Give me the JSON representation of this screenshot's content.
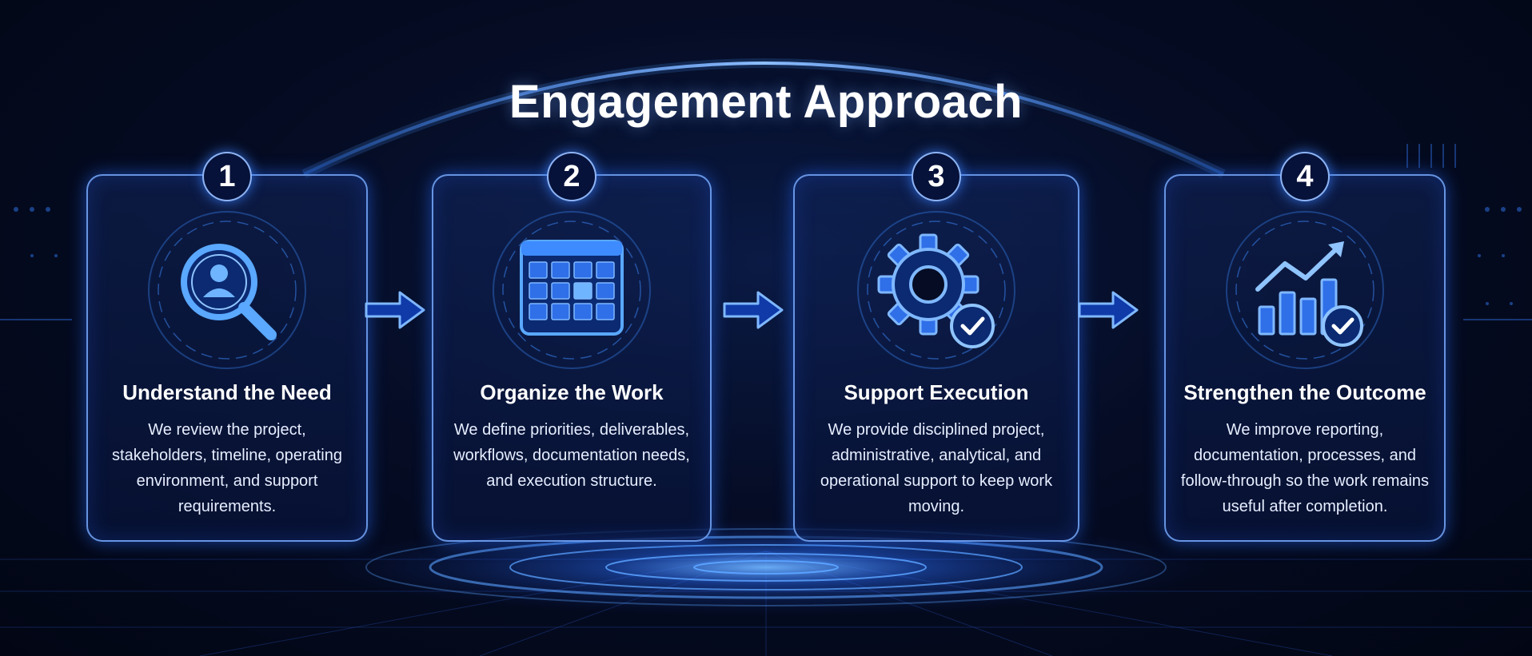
{
  "title": "Engagement Approach",
  "steps": [
    {
      "number": "1",
      "title": "Understand the Need",
      "description": "We review the project, stakeholders, timeline, operating environment, and support requirements.",
      "icon": "magnifier-user-icon"
    },
    {
      "number": "2",
      "title": "Organize the Work",
      "description": "We define priorities, deliverables, workflows, documentation needs, and execution structure.",
      "icon": "calendar-grid-icon"
    },
    {
      "number": "3",
      "title": "Support Execution",
      "description": "We provide disciplined project, administrative, analytical, and operational support to keep work moving.",
      "icon": "gear-check-icon"
    },
    {
      "number": "4",
      "title": "Strengthen the Outcome",
      "description": "We improve reporting, documentation, processes, and follow-through so the work remains useful after completion.",
      "icon": "growth-chart-check-icon"
    }
  ],
  "colors": {
    "accent": "#3d8bff",
    "glow": "#4f9dff",
    "background": "#050c24"
  }
}
